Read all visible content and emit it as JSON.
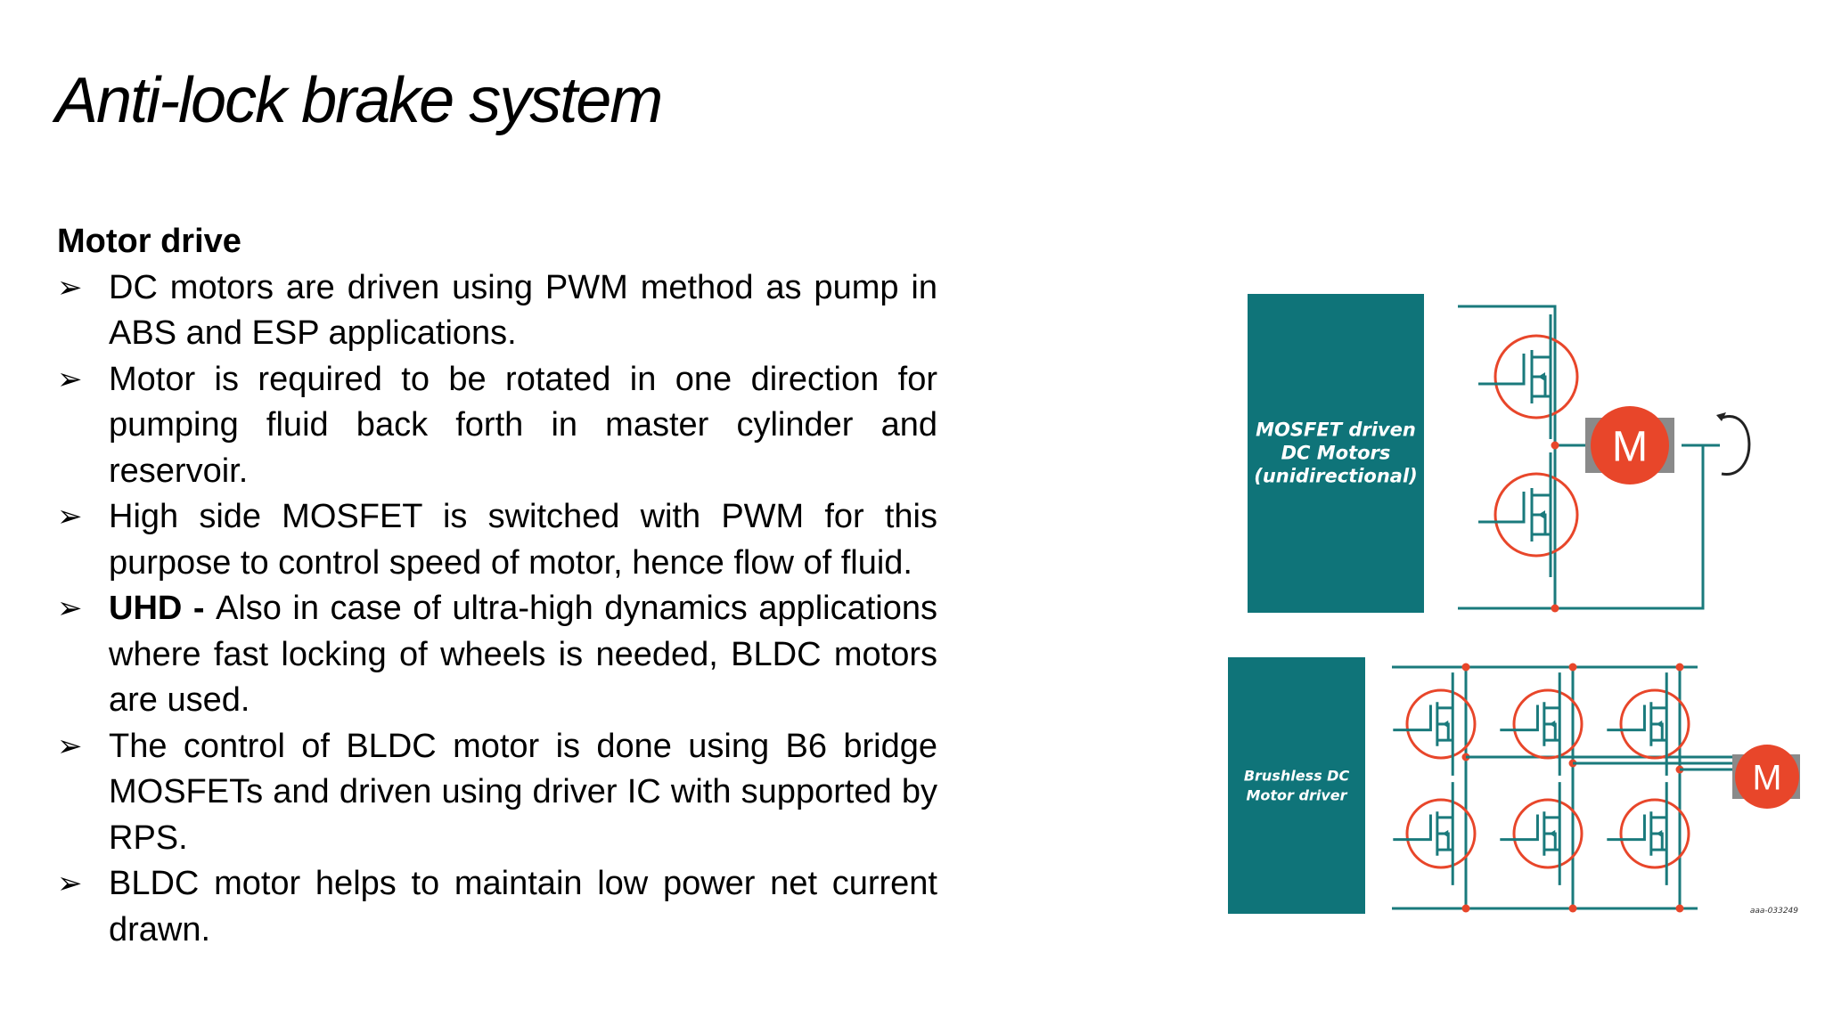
{
  "slide": {
    "title": "Anti-lock brake system",
    "section_heading": "Motor drive",
    "bullet_icon": "arrowhead-bullet-icon",
    "bullets": [
      {
        "bold": "",
        "text": "DC motors are driven using PWM method as pump in ABS and ESP applications."
      },
      {
        "bold": "",
        "text": "Motor is required to be rotated in one direction for pumping fluid back forth in master cylinder and reservoir."
      },
      {
        "bold": "",
        "text": "High  side MOSFET is switched with PWM for this purpose to control speed of motor, hence flow of fluid."
      },
      {
        "bold": "UHD - ",
        "text": "Also in case of ultra-high dynamics applications where fast locking of wheels is needed, BLDC motors are used."
      },
      {
        "bold": "",
        "text": "The control of BLDC motor is done using B6 bridge MOSFETs and driven using driver IC with supported by RPS."
      },
      {
        "bold": "",
        "text": "BLDC motor helps to maintain low power net current drawn."
      }
    ]
  },
  "diagram": {
    "top_box_lines": [
      "MOSFET driven",
      "DC Motors",
      "(unidirectional)"
    ],
    "bottom_box_lines": [
      "Brushless DC",
      "Motor driver"
    ],
    "motor_label": "M",
    "figure_code": "aaa-033249",
    "colors": {
      "teal": "#0f7479",
      "wire": "#1a7a7c",
      "accent": "#e8462a",
      "motor_body": "#8a8a8a"
    }
  }
}
